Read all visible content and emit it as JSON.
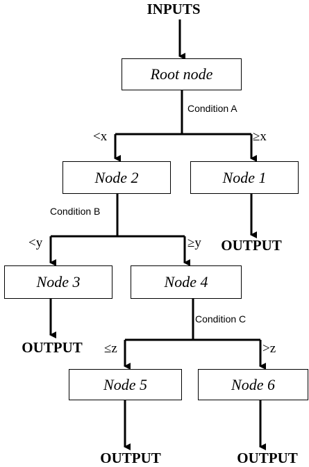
{
  "inputs_label": "INPUTS",
  "output_label": "OUTPUT",
  "nodes": {
    "root": "Root node",
    "node1": "Node 1",
    "node2": "Node 2",
    "node3": "Node 3",
    "node4": "Node 4",
    "node5": "Node 5",
    "node6": "Node 6"
  },
  "conditions": {
    "a": "Condition A",
    "b": "Condition B",
    "c": "Condition C"
  },
  "branches": {
    "lt_x": "<x",
    "ge_x": "≥x",
    "lt_y": "<y",
    "ge_y": "≥y",
    "le_z": "≤z",
    "gt_z": ">z"
  }
}
